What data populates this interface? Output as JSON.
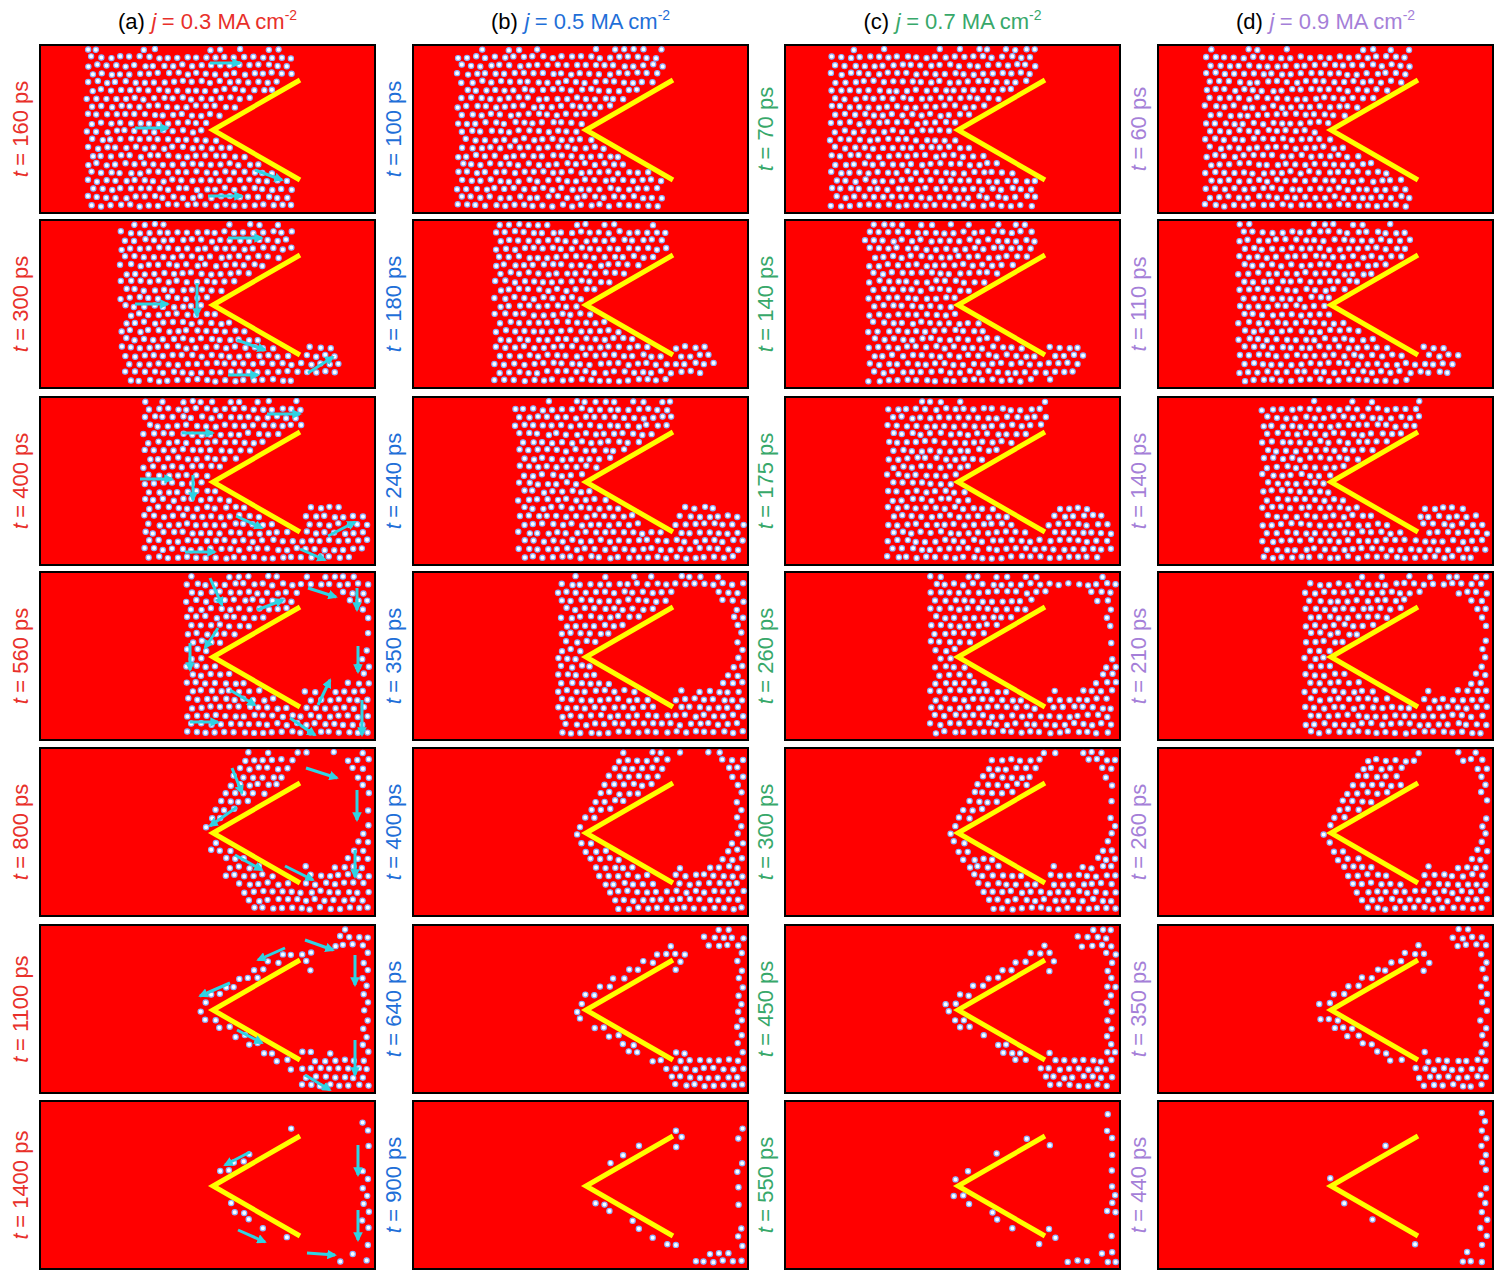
{
  "diagram": {
    "labels": [
      "(a)",
      "j",
      "= 0.3 MA cm",
      "-2",
      "(b)",
      "j",
      "= 0.5 MA cm",
      "-2",
      "(c)",
      "j",
      "= 0.7 MA cm",
      "-2",
      "(d)",
      "j",
      "= 0.9 MA cm",
      "-2",
      "t",
      "= 160 ps",
      "t",
      "= 300 ps",
      "t",
      "= 400 ps",
      "t",
      "= 560 ps",
      "t",
      "= 800 ps",
      "t",
      "= 1100 ps",
      "t",
      "= 1400 ps",
      "t",
      "= 100 ps",
      "t",
      "= 180 ps",
      "t",
      "= 240 ps",
      "t",
      "= 350 ps",
      "t",
      "= 400 ps",
      "t",
      "= 640 ps",
      "t",
      "= 900 ps",
      "t",
      "= 70 ps",
      "t",
      "= 140 ps",
      "t",
      "= 175 ps",
      "t",
      "= 260 ps",
      "t",
      "= 300 ps",
      "t",
      "= 450 ps",
      "t",
      "= 550 ps",
      "t",
      "= 60 ps",
      "t",
      "= 110 ps",
      "t",
      "= 140 ps",
      "t",
      "= 210 ps",
      "t",
      "= 260 ps",
      "t",
      "= 350 ps",
      "t",
      "= 440 ps"
    ]
  }
}
